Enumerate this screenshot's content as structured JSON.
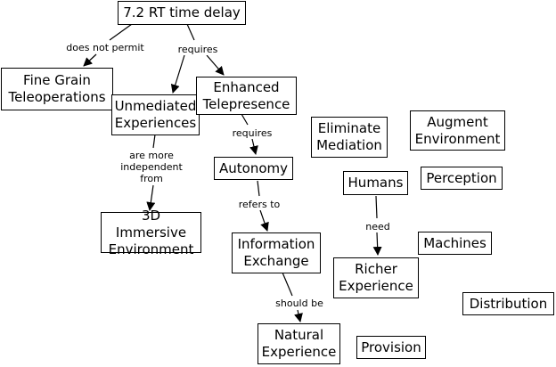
{
  "nodes": {
    "rt_delay": "7.2 RT time delay",
    "fine_grain": "Fine Grain\nTeleoperations",
    "unmediated": "Unmediated\nExperiences",
    "enhanced": "Enhanced\nTelepresence",
    "eliminate": "Eliminate\nMediation",
    "augment": "Augment\nEnvironment",
    "autonomy": "Autonomy",
    "humans": "Humans",
    "perception": "Perception",
    "immersive": "3D Immersive\nEnvironment",
    "info_exchange": "Information\nExchange",
    "machines": "Machines",
    "richer": "Richer\nExperience",
    "distribution": "Distribution",
    "natural": "Natural\nExperience",
    "provision": "Provision"
  },
  "links": {
    "does_not_permit": "does not permit",
    "requires_top": "requires",
    "requires_mid": "requires",
    "more_independent": "are more\nindependent\nfrom",
    "refers_to": "refers to",
    "need": "need",
    "should_be": "should be"
  }
}
